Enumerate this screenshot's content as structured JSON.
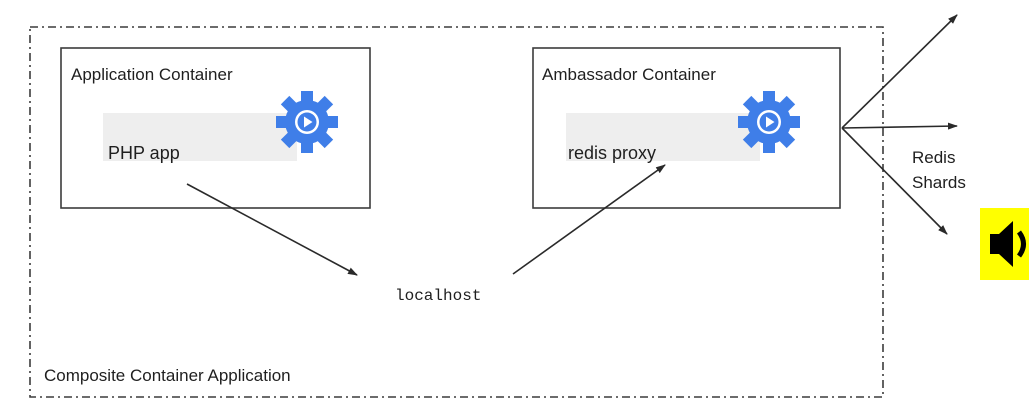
{
  "outer_container": {
    "label": "Composite Container Application"
  },
  "application_container": {
    "title": "Application Container",
    "process_label": "PHP app",
    "icon": "gear-play-icon"
  },
  "ambassador_container": {
    "title": "Ambassador Container",
    "process_label": "redis proxy",
    "icon": "gear-play-icon"
  },
  "connection": {
    "label": "localhost"
  },
  "shards": {
    "label_line1": "Redis",
    "label_line2": "Shards"
  },
  "audio_control": {
    "icon": "speaker-icon"
  },
  "colors": {
    "gear": "#3f7ee8",
    "process_fill": "#eeeeee",
    "border": "#3c3c3c",
    "speaker_background": "#ffff00"
  }
}
